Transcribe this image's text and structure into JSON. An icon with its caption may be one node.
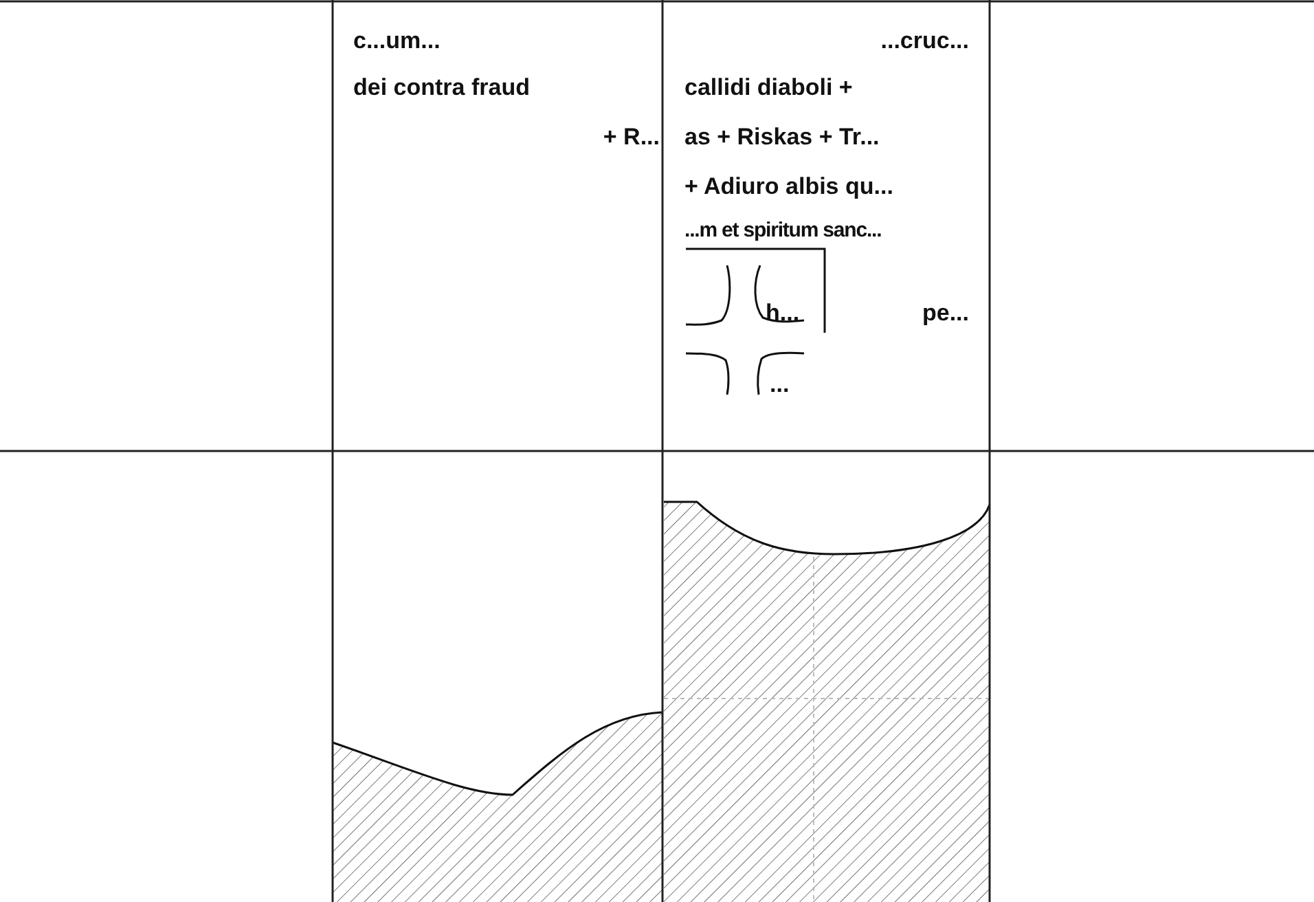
{
  "diagram": {
    "labels": [
      "c...um...",
      "dei contra fraud",
      "+ R...",
      "...cruc...",
      "callidi diaboli +",
      "as + Riskas + Tr...",
      "+ Adiuro albis qu...",
      "...m et spiritum sanc...",
      "h...",
      "pe...",
      "..."
    ]
  }
}
